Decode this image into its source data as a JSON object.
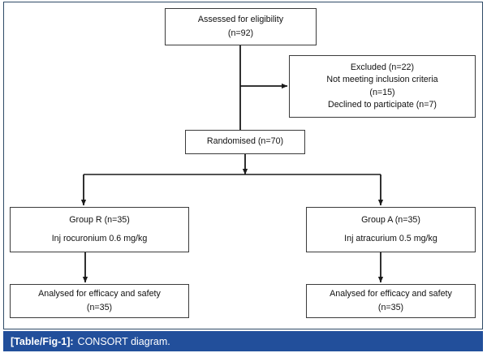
{
  "figure": {
    "caption_tag": "[Table/Fig-1]:",
    "caption_text": "CONSORT diagram.",
    "frame_border_color": "#2e4a66",
    "caption_bar_color": "#224f9b",
    "caption_text_color": "#ffffff",
    "box_border_color": "#3b3b3b",
    "connector_color": "#1a1a1a"
  },
  "nodes": {
    "assessed": {
      "line1": "Assessed for eligibility",
      "line2": "(n=92)"
    },
    "excluded": {
      "line1": "Excluded (n=22)",
      "line2": "Not meeting inclusion criteria",
      "line3": "(n=15)",
      "line4": "Declined to participate (n=7)"
    },
    "randomised": {
      "line1": "Randomised (n=70)"
    },
    "group_r": {
      "line1": "Group R (n=35)",
      "line2": "Inj rocuronium 0.6 mg/kg"
    },
    "group_a": {
      "line1": "Group A (n=35)",
      "line2": "Inj atracurium 0.5 mg/kg"
    },
    "analysed_r": {
      "line1": "Analysed for efficacy and safety",
      "line2": "(n=35)"
    },
    "analysed_a": {
      "line1": "Analysed for efficacy and safety",
      "line2": "(n=35)"
    }
  }
}
